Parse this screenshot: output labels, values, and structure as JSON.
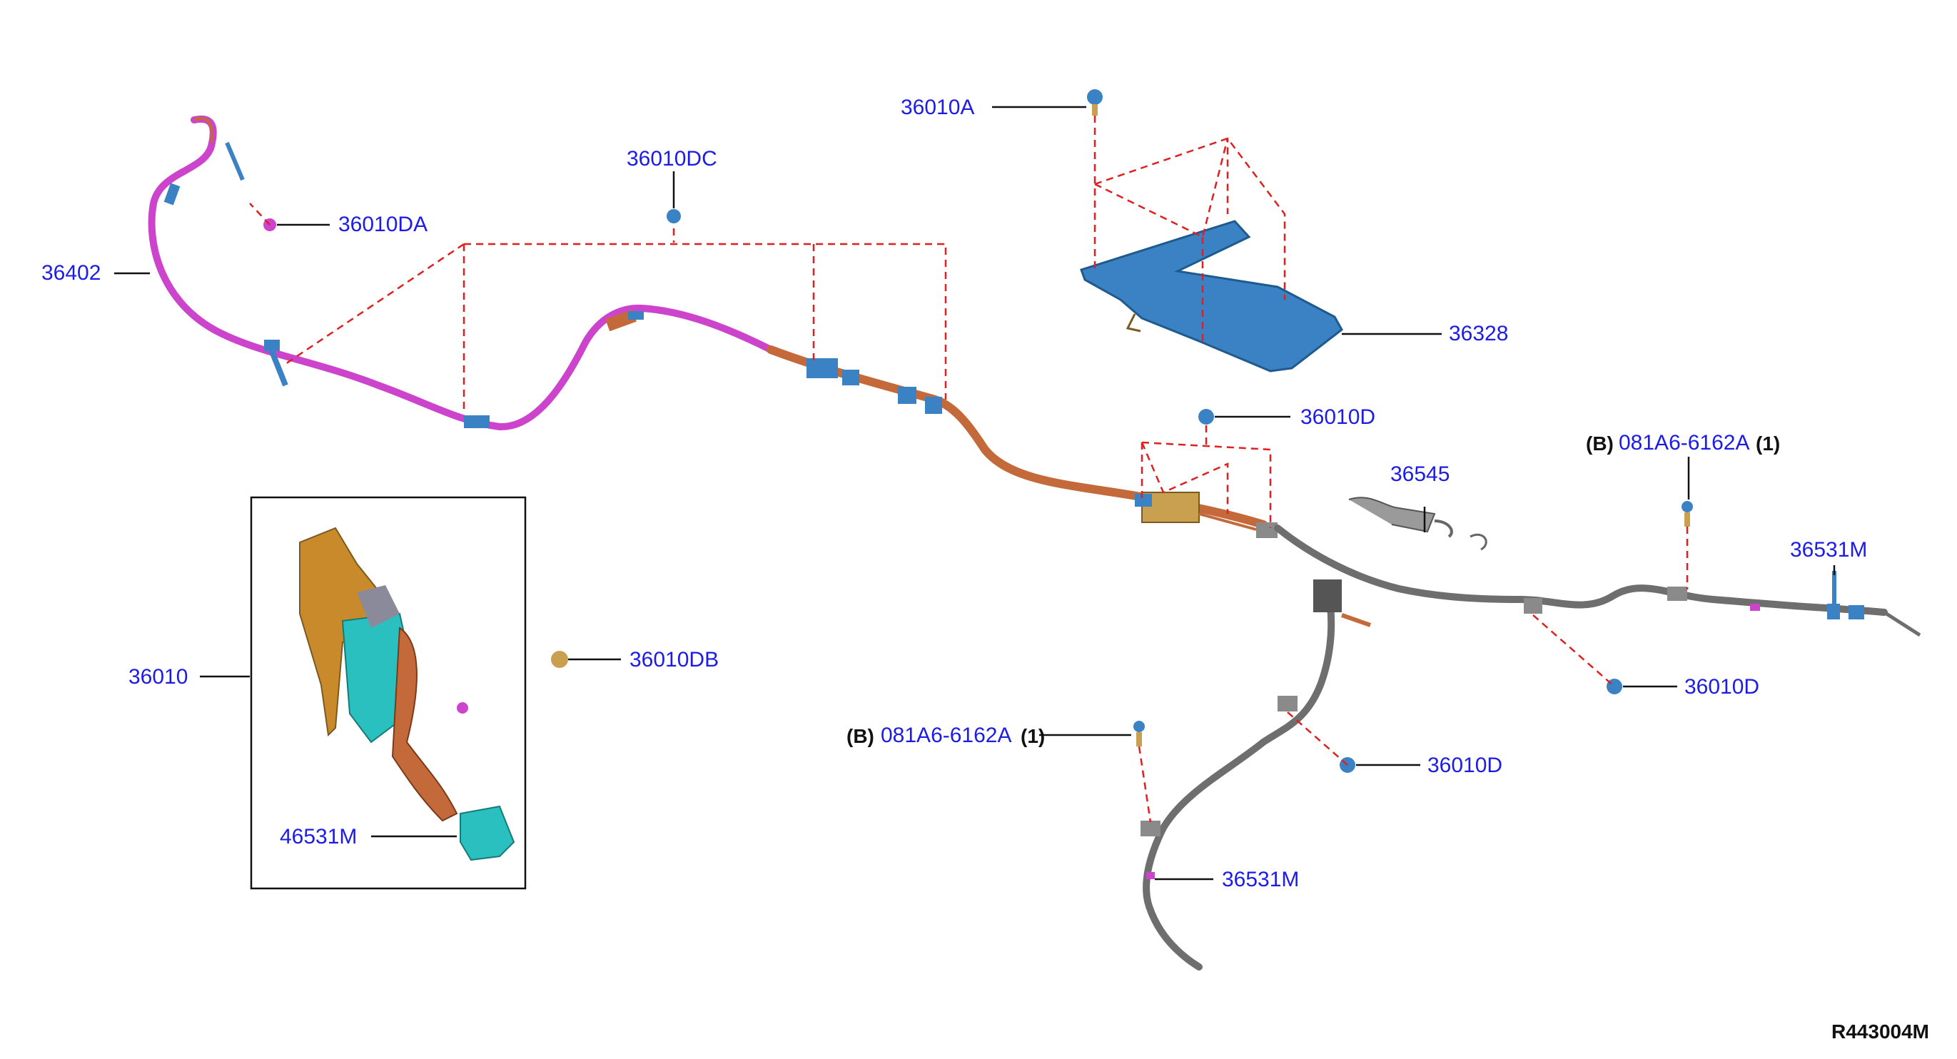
{
  "colors": {
    "label": "#1c1ce6",
    "leader": "#111111",
    "dashed": "#e02020",
    "front_cable": "#cc44cc",
    "mid_cable": "#c46a3a",
    "rear_cable": "#6e6e6e",
    "bracket": "#3a82c4",
    "pedal": "#c88a2a",
    "pedal_teal": "#2ac0c0"
  },
  "labels": {
    "p36402": "36402",
    "p36010DA": "36010DA",
    "p36010DC": "36010DC",
    "p36010A": "36010A",
    "p36328": "36328",
    "p36010D_top": "36010D",
    "p36545": "36545",
    "p081A6_right_prefix": "(B)",
    "p081A6_right": "081A6-6162A",
    "p081A6_right_qty": "(1)",
    "p36531M_right": "36531M",
    "p36010D_right": "36010D",
    "p36010": "36010",
    "p36010DB": "36010DB",
    "p46531M": "46531M",
    "p081A6_left_prefix": "(B)",
    "p081A6_left": "081A6-6162A",
    "p081A6_left_qty": "(1)",
    "p36010D_mid": "36010D",
    "p36531M_left": "36531M"
  },
  "diagram_code": "R443004M"
}
